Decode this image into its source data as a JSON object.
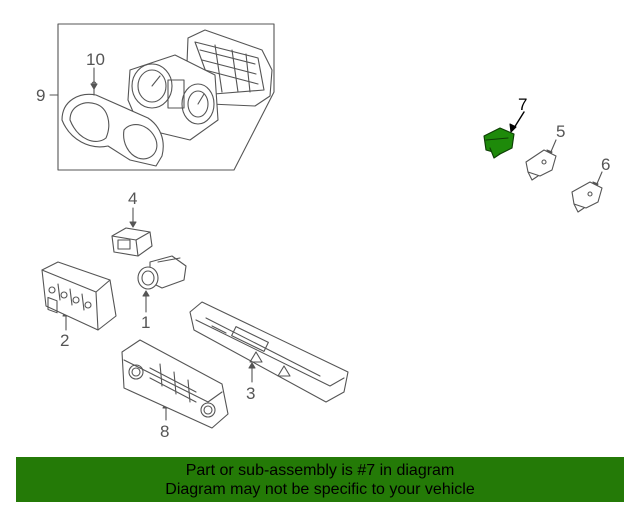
{
  "callouts": {
    "c1": "1",
    "c2": "2",
    "c3": "3",
    "c4": "4",
    "c5": "5",
    "c6": "6",
    "c7": "7",
    "c8": "8",
    "c9": "9",
    "c10": "10"
  },
  "banner": {
    "line1": "Part or sub-assembly is #7 in diagram",
    "line2": "Diagram may not be specific to your vehicle"
  },
  "colors": {
    "highlight_part": "#1e8a0a",
    "banner_background": "#247a07",
    "line_art": "#555555"
  }
}
